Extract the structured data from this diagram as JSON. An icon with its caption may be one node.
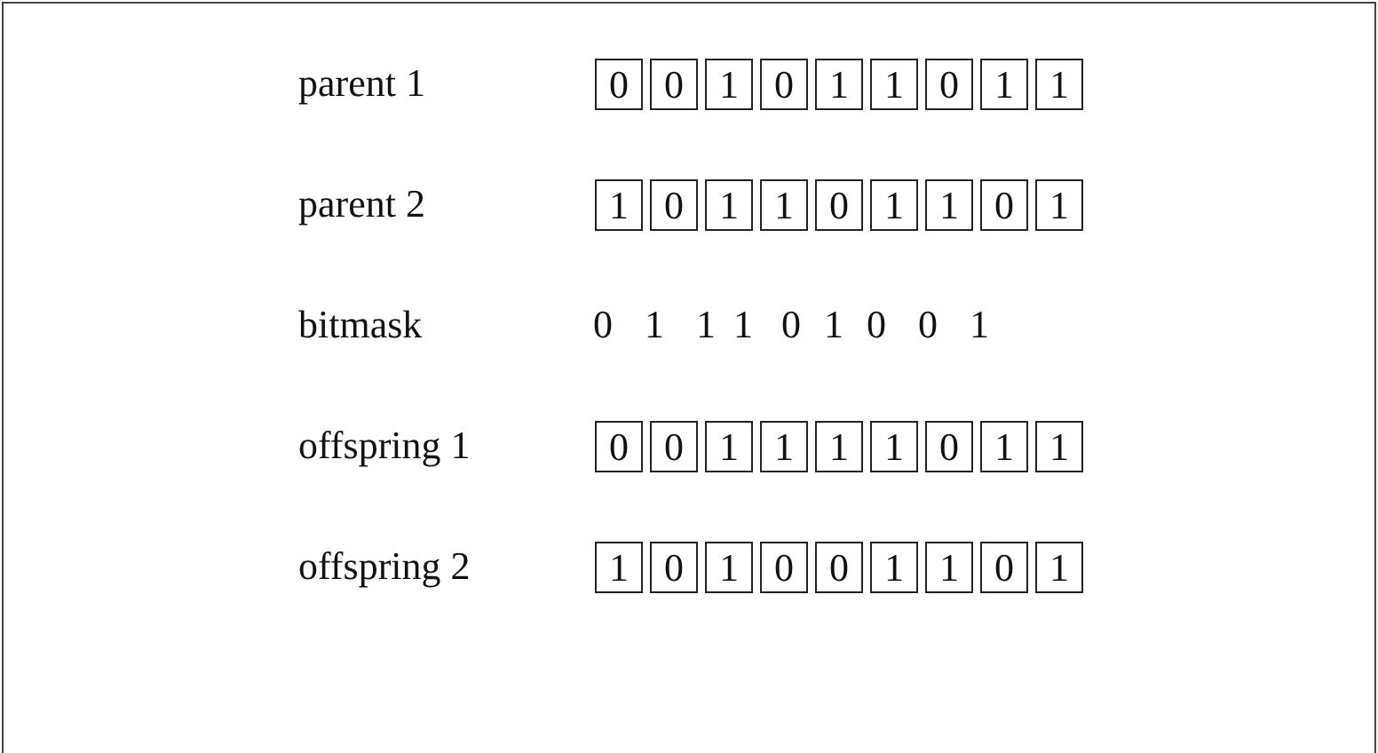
{
  "diagram": {
    "labels": [
      "parent 1",
      "0",
      "0",
      "1",
      "0",
      "1",
      "1",
      "0",
      "1",
      "1",
      "parent 2",
      "1",
      "0",
      "1",
      "1",
      "0",
      "1",
      "1",
      "0",
      "1",
      "bitmask",
      "0",
      "1",
      "1",
      "1",
      "0",
      "1",
      "0",
      "0",
      "1",
      "offspring 1",
      "0",
      "0",
      "1",
      "1",
      "1",
      "1",
      "0",
      "1",
      "1",
      "offspring 2",
      "1",
      "0",
      "1",
      "0",
      "0",
      "1",
      "1",
      "0",
      "1"
    ]
  }
}
